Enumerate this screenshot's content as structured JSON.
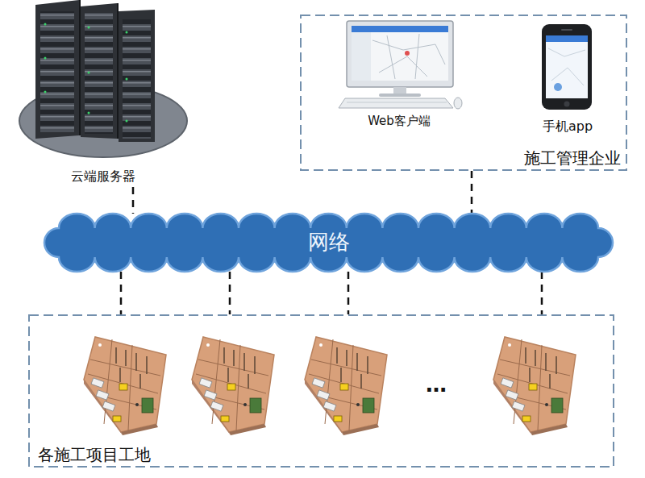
{
  "diagram": {
    "nodes": [
      {
        "text": [
          "云端服务器"
        ]
      },
      {
        "text": [
          "施工管理企业"
        ]
      },
      {
        "text": [
          "Web客户端"
        ],
        "in": 1
      },
      {
        "text": [
          "手机app"
        ],
        "in": 1
      },
      {
        "text": [
          "网络"
        ]
      },
      {
        "text": [
          "各施工项目工地"
        ]
      }
    ],
    "edges": [
      {
        "from": 0,
        "to": 4,
        "arrow": "none"
      },
      {
        "from": 1,
        "to": 4,
        "arrow": "none"
      },
      {
        "from": 4,
        "to": 5,
        "arrow": "none"
      },
      {
        "from": 4,
        "to": 5,
        "arrow": "none"
      },
      {
        "from": 4,
        "to": 5,
        "arrow": "none"
      },
      {
        "from": 4,
        "to": 5,
        "arrow": "none"
      }
    ],
    "labels": [
      "…"
    ]
  }
}
